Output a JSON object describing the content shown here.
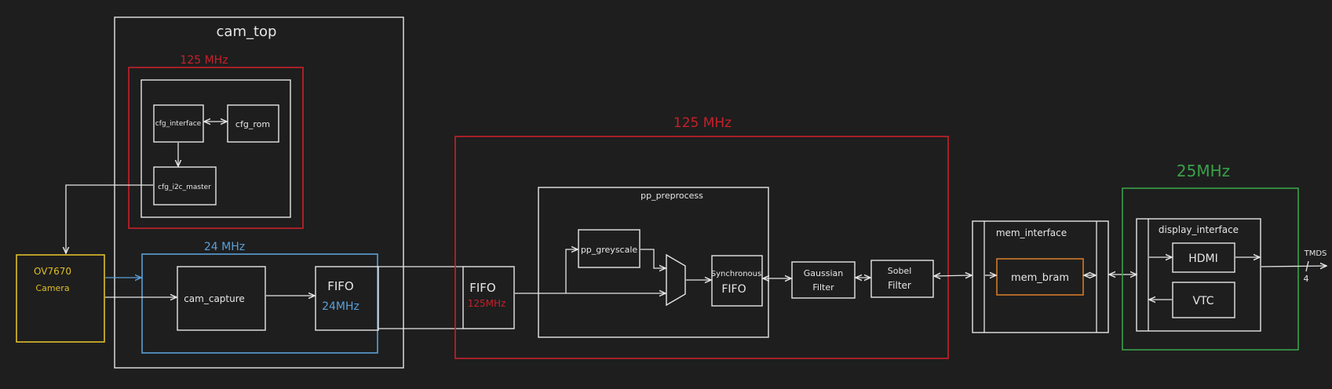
{
  "colors": {
    "background": "#1e1e1e",
    "white": "#e6e6e6",
    "red": "#c8202a",
    "blue": "#5aa0d8",
    "green": "#3aa048",
    "yellow": "#e0bf2a",
    "orange": "#d2782a"
  },
  "labels": {
    "cam_top": "cam_top",
    "clk_cfg": "125 MHz",
    "cfg_interface": "cfg_interface",
    "cfg_rom": "cfg_rom",
    "cfg_i2c_master": "cfg_i2c_master",
    "clk_capture": "24 MHz",
    "camera_line1": "OV7670",
    "camera_line2": "Camera",
    "cam_capture": "cam_capture",
    "fifo_a": "FIFO",
    "fifo_a_clk": "24MHz",
    "clk_pp": "125 MHz",
    "fifo_b": "FIFO",
    "fifo_b_clk": "125MHz",
    "pp_preprocess": "pp_preprocess",
    "pp_greyscale": "pp_greyscale",
    "sync_fifo_line1": "Synchronous",
    "sync_fifo_line2": "FIFO",
    "gaussian_line1": "Gaussian",
    "gaussian_line2": "Filter",
    "sobel_line1": "Sobel",
    "sobel_line2": "Filter",
    "mem_interface": "mem_interface",
    "mem_bram": "mem_bram",
    "clk_display": "25MHz",
    "display_interface": "display_interface",
    "hdmi": "HDMI",
    "vtc": "VTC",
    "tmds": "TMDS",
    "tmds_width": "4"
  }
}
